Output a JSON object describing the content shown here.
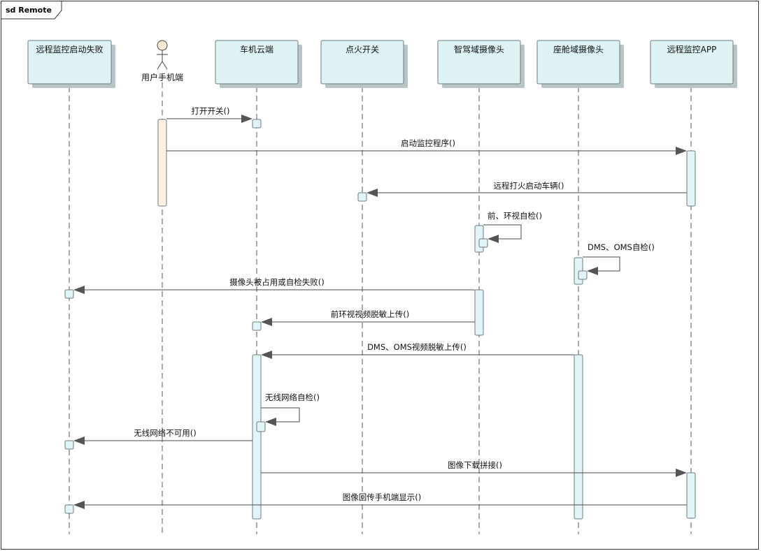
{
  "frame": {
    "title": "sd Remote"
  },
  "colors": {
    "participant_fill": "#dff3f5",
    "participant_stroke": "#6a7b80",
    "activation_fill": "#e2f4f6",
    "user_activation_fill": "#fdf1e0",
    "actor_head": "#fde9d4",
    "line": "#4a4a4a"
  },
  "participants": [
    {
      "id": "fail",
      "label": "远程监控启动失败",
      "kind": "box"
    },
    {
      "id": "user",
      "label": "用户手机端",
      "kind": "actor"
    },
    {
      "id": "cloud",
      "label": "车机云端",
      "kind": "box"
    },
    {
      "id": "ignition",
      "label": "点火开关",
      "kind": "box"
    },
    {
      "id": "adcam",
      "label": "智驾域摄像头",
      "kind": "box"
    },
    {
      "id": "cabincam",
      "label": "座舱域摄像头",
      "kind": "box"
    },
    {
      "id": "app",
      "label": "远程监控APP",
      "kind": "box"
    }
  ],
  "messages": [
    {
      "id": "m1",
      "label": "打开开关()"
    },
    {
      "id": "m2",
      "label": "启动监控程序()"
    },
    {
      "id": "m3",
      "label": "远程打火启动车辆()"
    },
    {
      "id": "m4",
      "label": "前、环视自检()"
    },
    {
      "id": "m5",
      "label": "DMS、OMS自检()"
    },
    {
      "id": "m6",
      "label": "摄像头被占用或自检失败()"
    },
    {
      "id": "m7",
      "label": "前环视视频脱敏上传()"
    },
    {
      "id": "m8",
      "label": "DMS、OMS视频脱敏上传()"
    },
    {
      "id": "m9",
      "label": "无线网络自检()"
    },
    {
      "id": "m10",
      "label": "无线网络不可用()"
    },
    {
      "id": "m11",
      "label": "图像下载拼接()"
    },
    {
      "id": "m12",
      "label": "图像回传手机端显示()"
    }
  ]
}
